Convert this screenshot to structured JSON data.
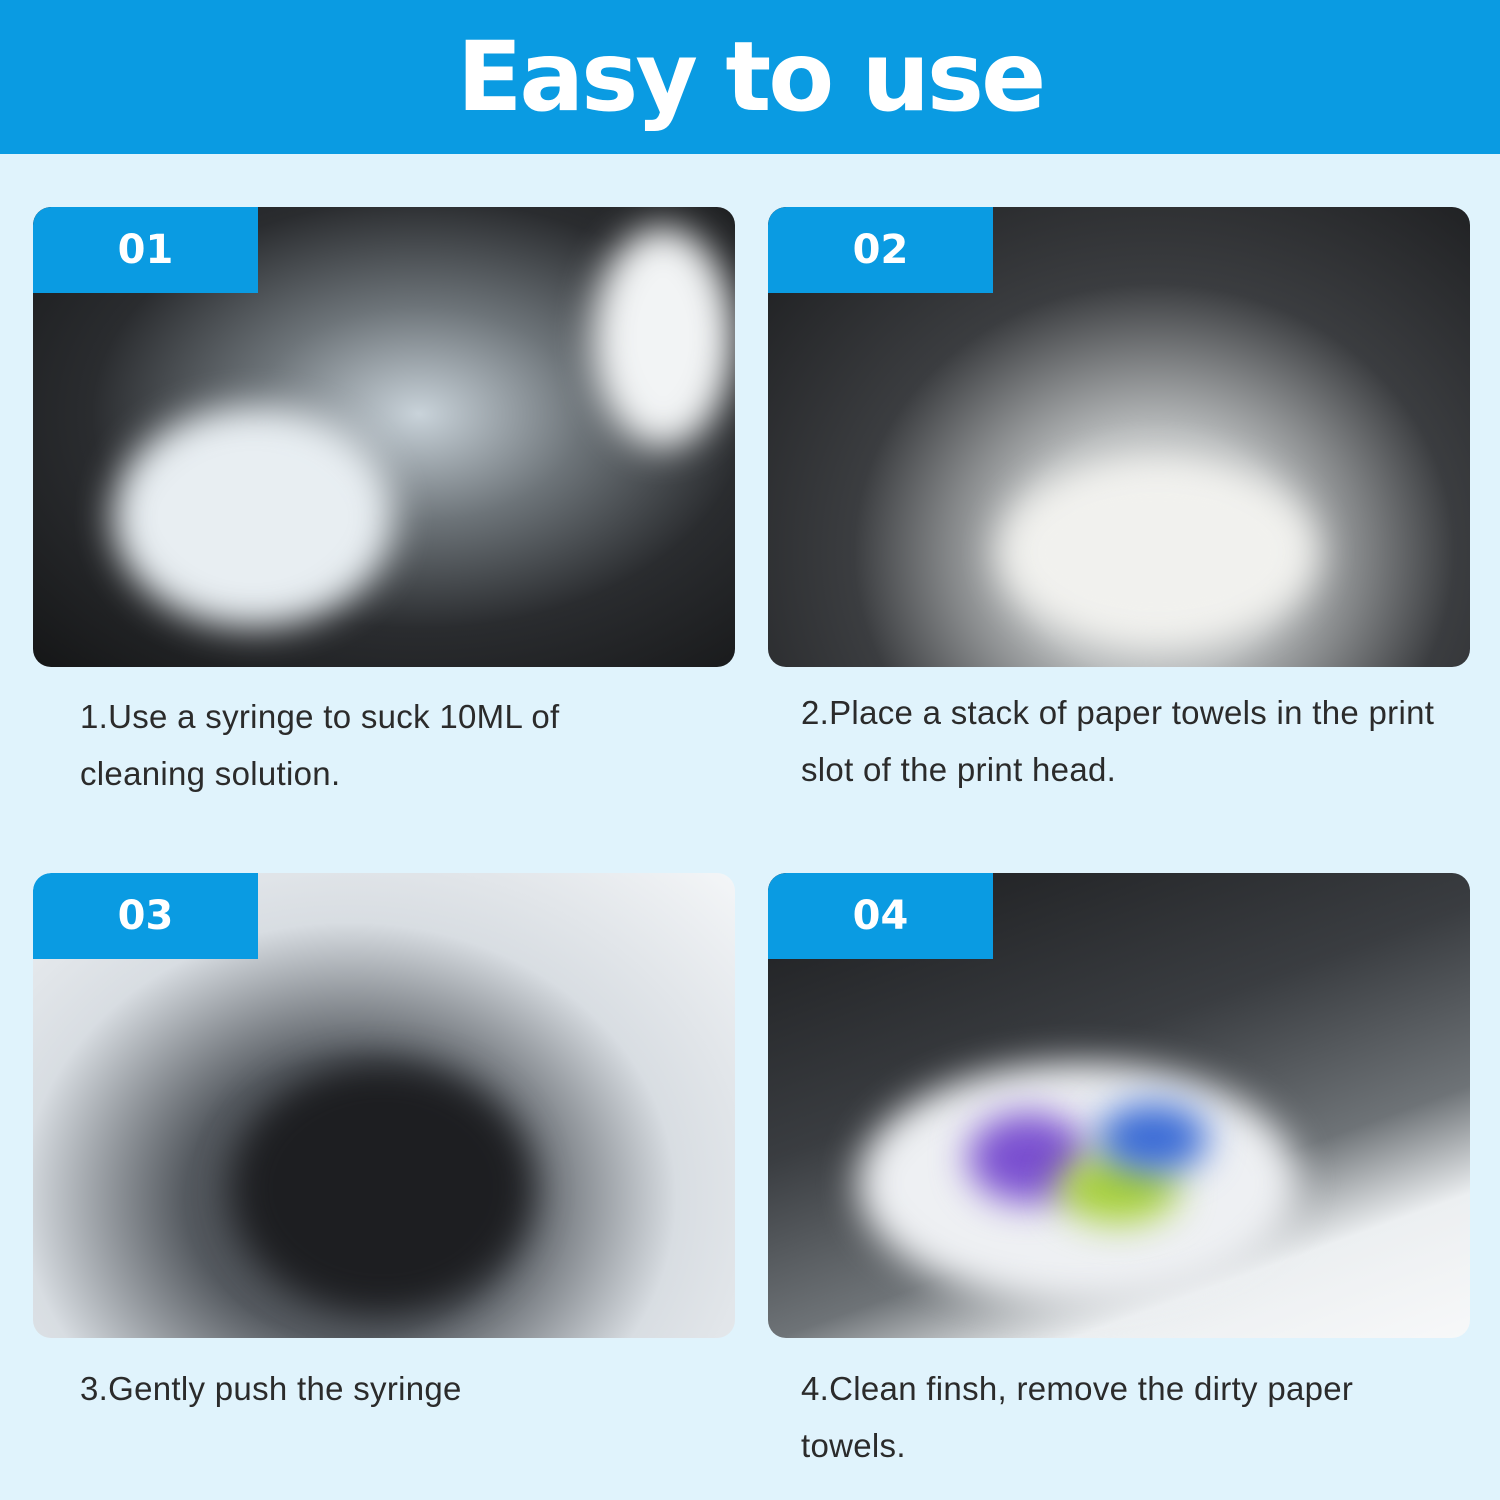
{
  "header": {
    "title": "Easy to use"
  },
  "colors": {
    "accent": "#0a9be2",
    "background": "#e0f3fc"
  },
  "steps": [
    {
      "number": "01",
      "caption": "1.Use a syringe to suck 10ML of cleaning solution."
    },
    {
      "number": "02",
      "caption": "2.Place a stack of paper towels in the print slot of the print head."
    },
    {
      "number": "03",
      "caption": "3.Gently push the syringe"
    },
    {
      "number": "04",
      "caption": "4.Clean finsh, remove the dirty paper towels."
    }
  ]
}
